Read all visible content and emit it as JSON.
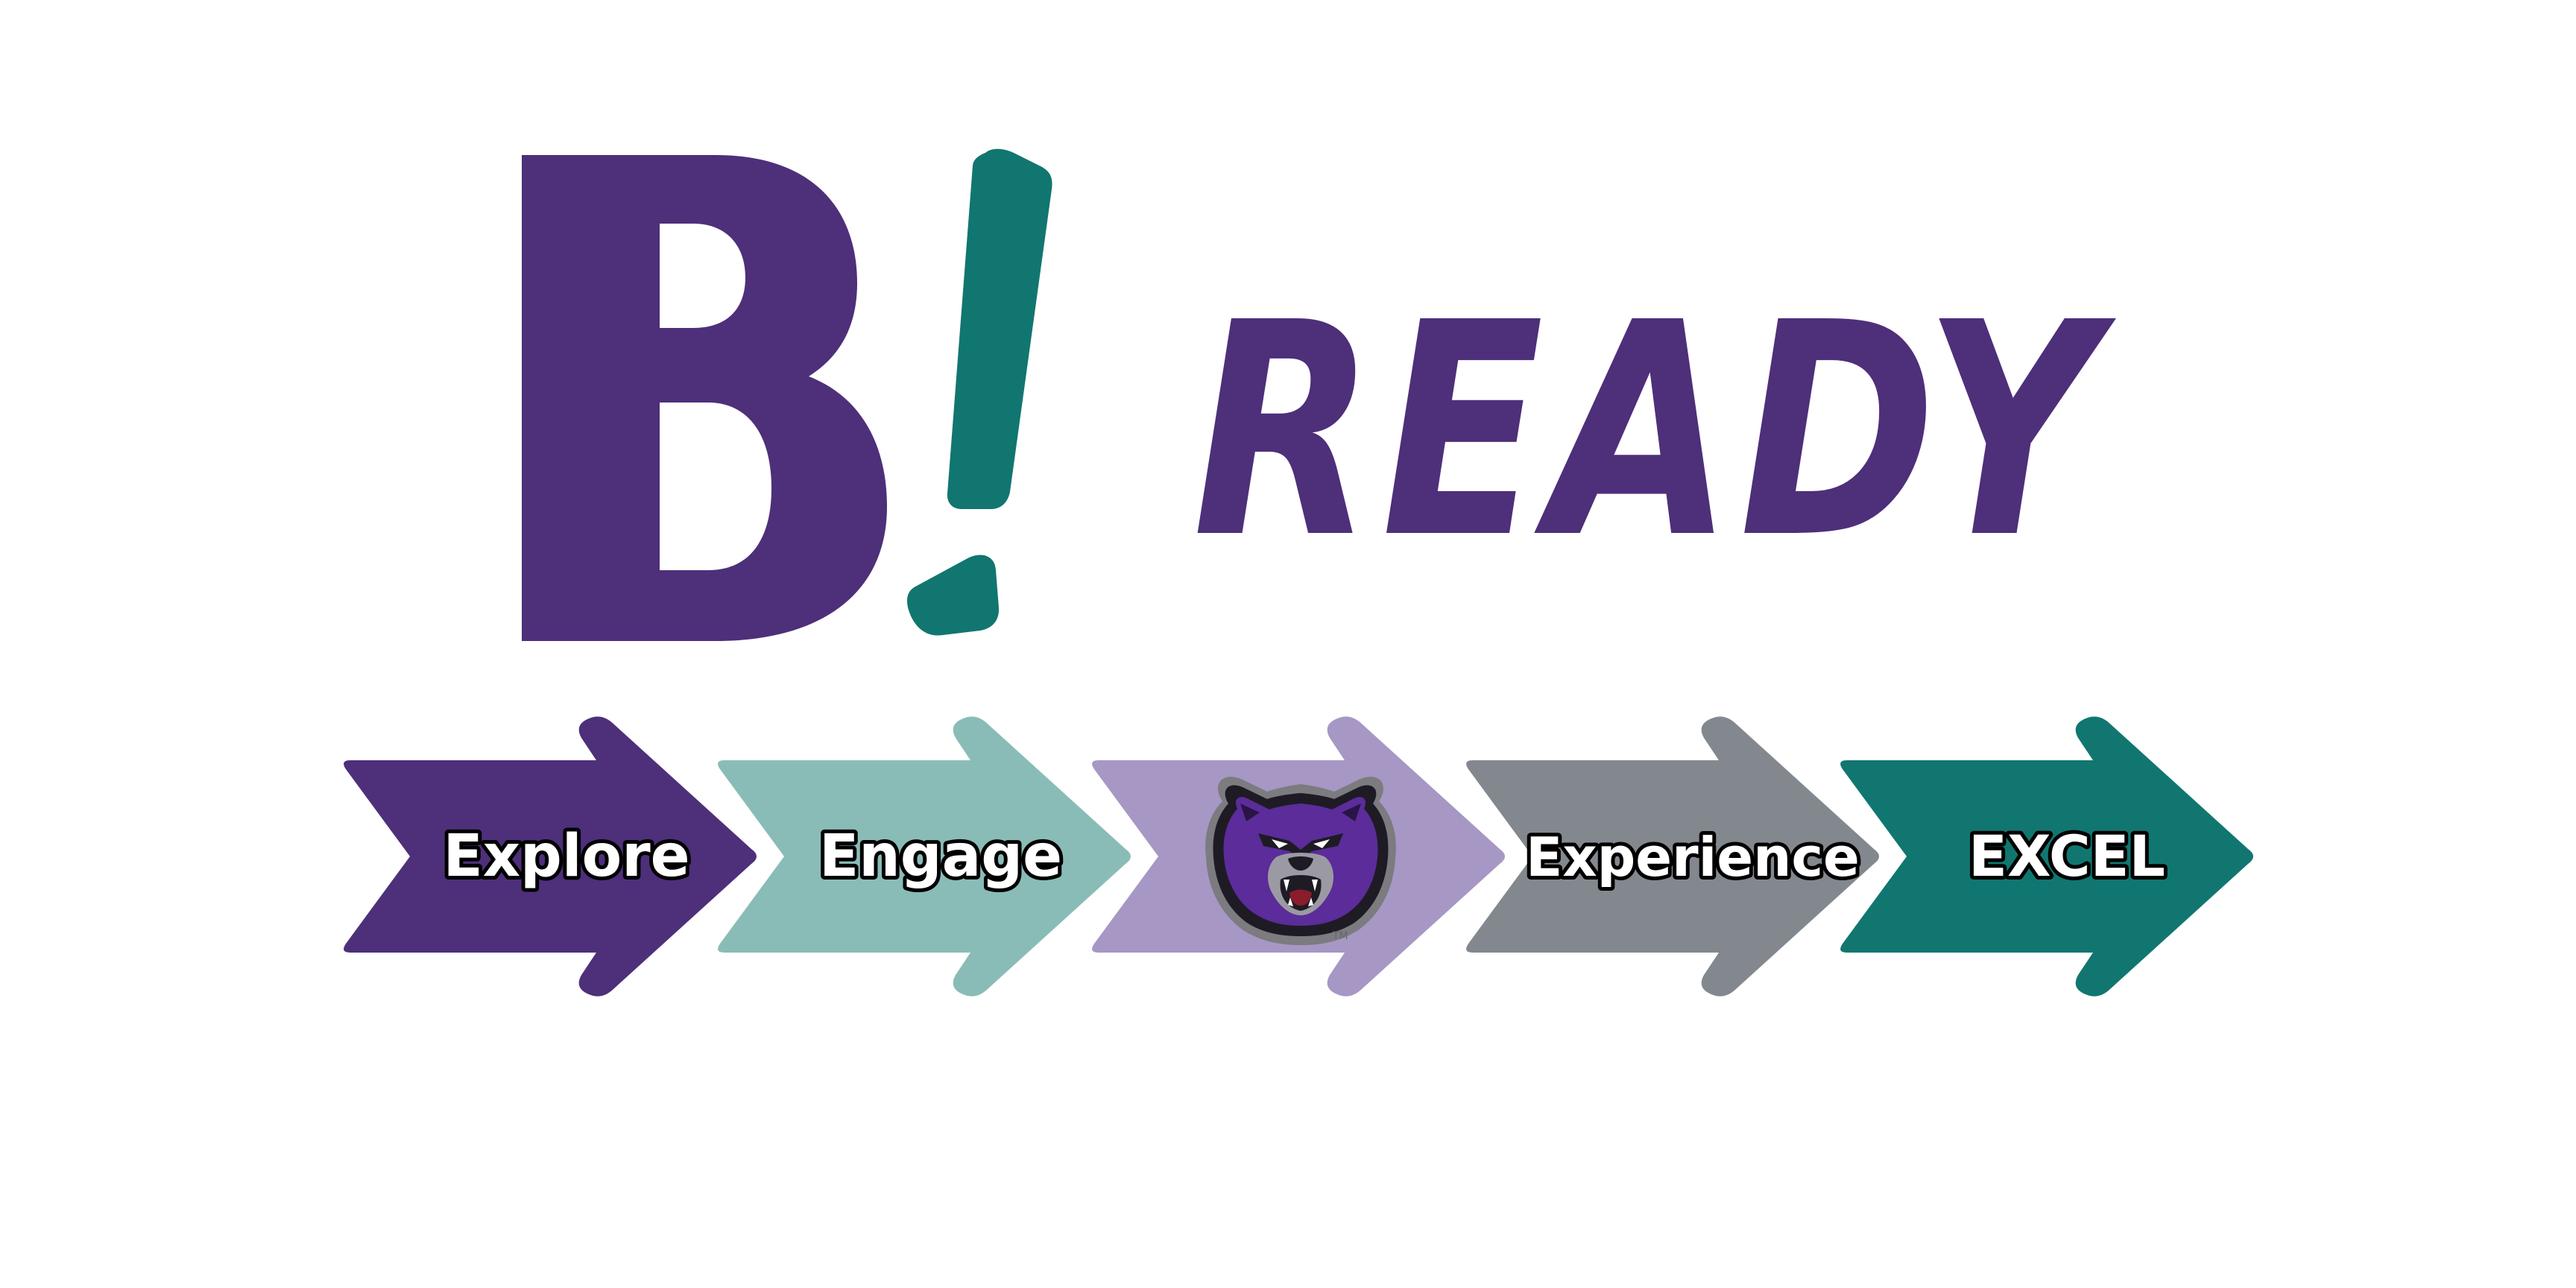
{
  "logo": {
    "letter": "B",
    "exclamation": "!",
    "word": "READY",
    "colors": {
      "purple": "#4e2f7a",
      "teal": "#117670"
    }
  },
  "steps": [
    {
      "label": "Explore",
      "color": "#4e2f7a"
    },
    {
      "label": "Engage",
      "color": "#8abcb7"
    },
    {
      "label": "",
      "icon": "bear-mascot-icon",
      "color": "#a697c4"
    },
    {
      "label": "Experience",
      "color": "#82888e"
    },
    {
      "label": "EXCEL",
      "color": "#117670"
    }
  ],
  "mascot": {
    "icon": "bear-mascot-icon",
    "trademark": "TM"
  }
}
